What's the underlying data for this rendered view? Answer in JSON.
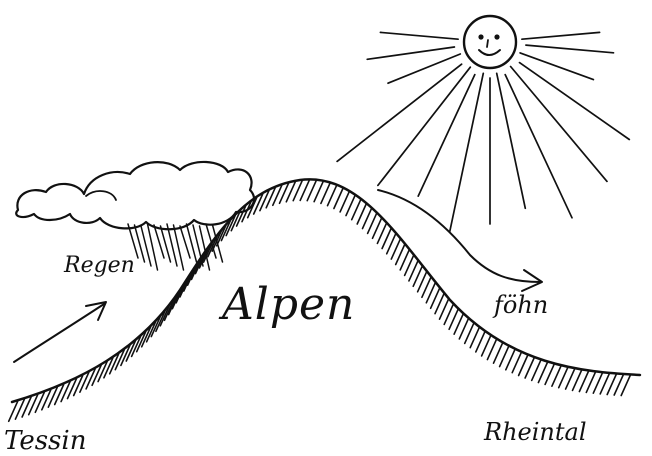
{
  "labels": {
    "regen": "Regen",
    "alpen": "Alpen",
    "fohn": "föhn",
    "tessin": "Tessin",
    "rheintal": "Rheintal"
  },
  "icons": {
    "sun": "sun-with-face-icon",
    "cloud": "rain-cloud-icon"
  },
  "colors": {
    "ink": "#111111",
    "paper": "#ffffff"
  }
}
